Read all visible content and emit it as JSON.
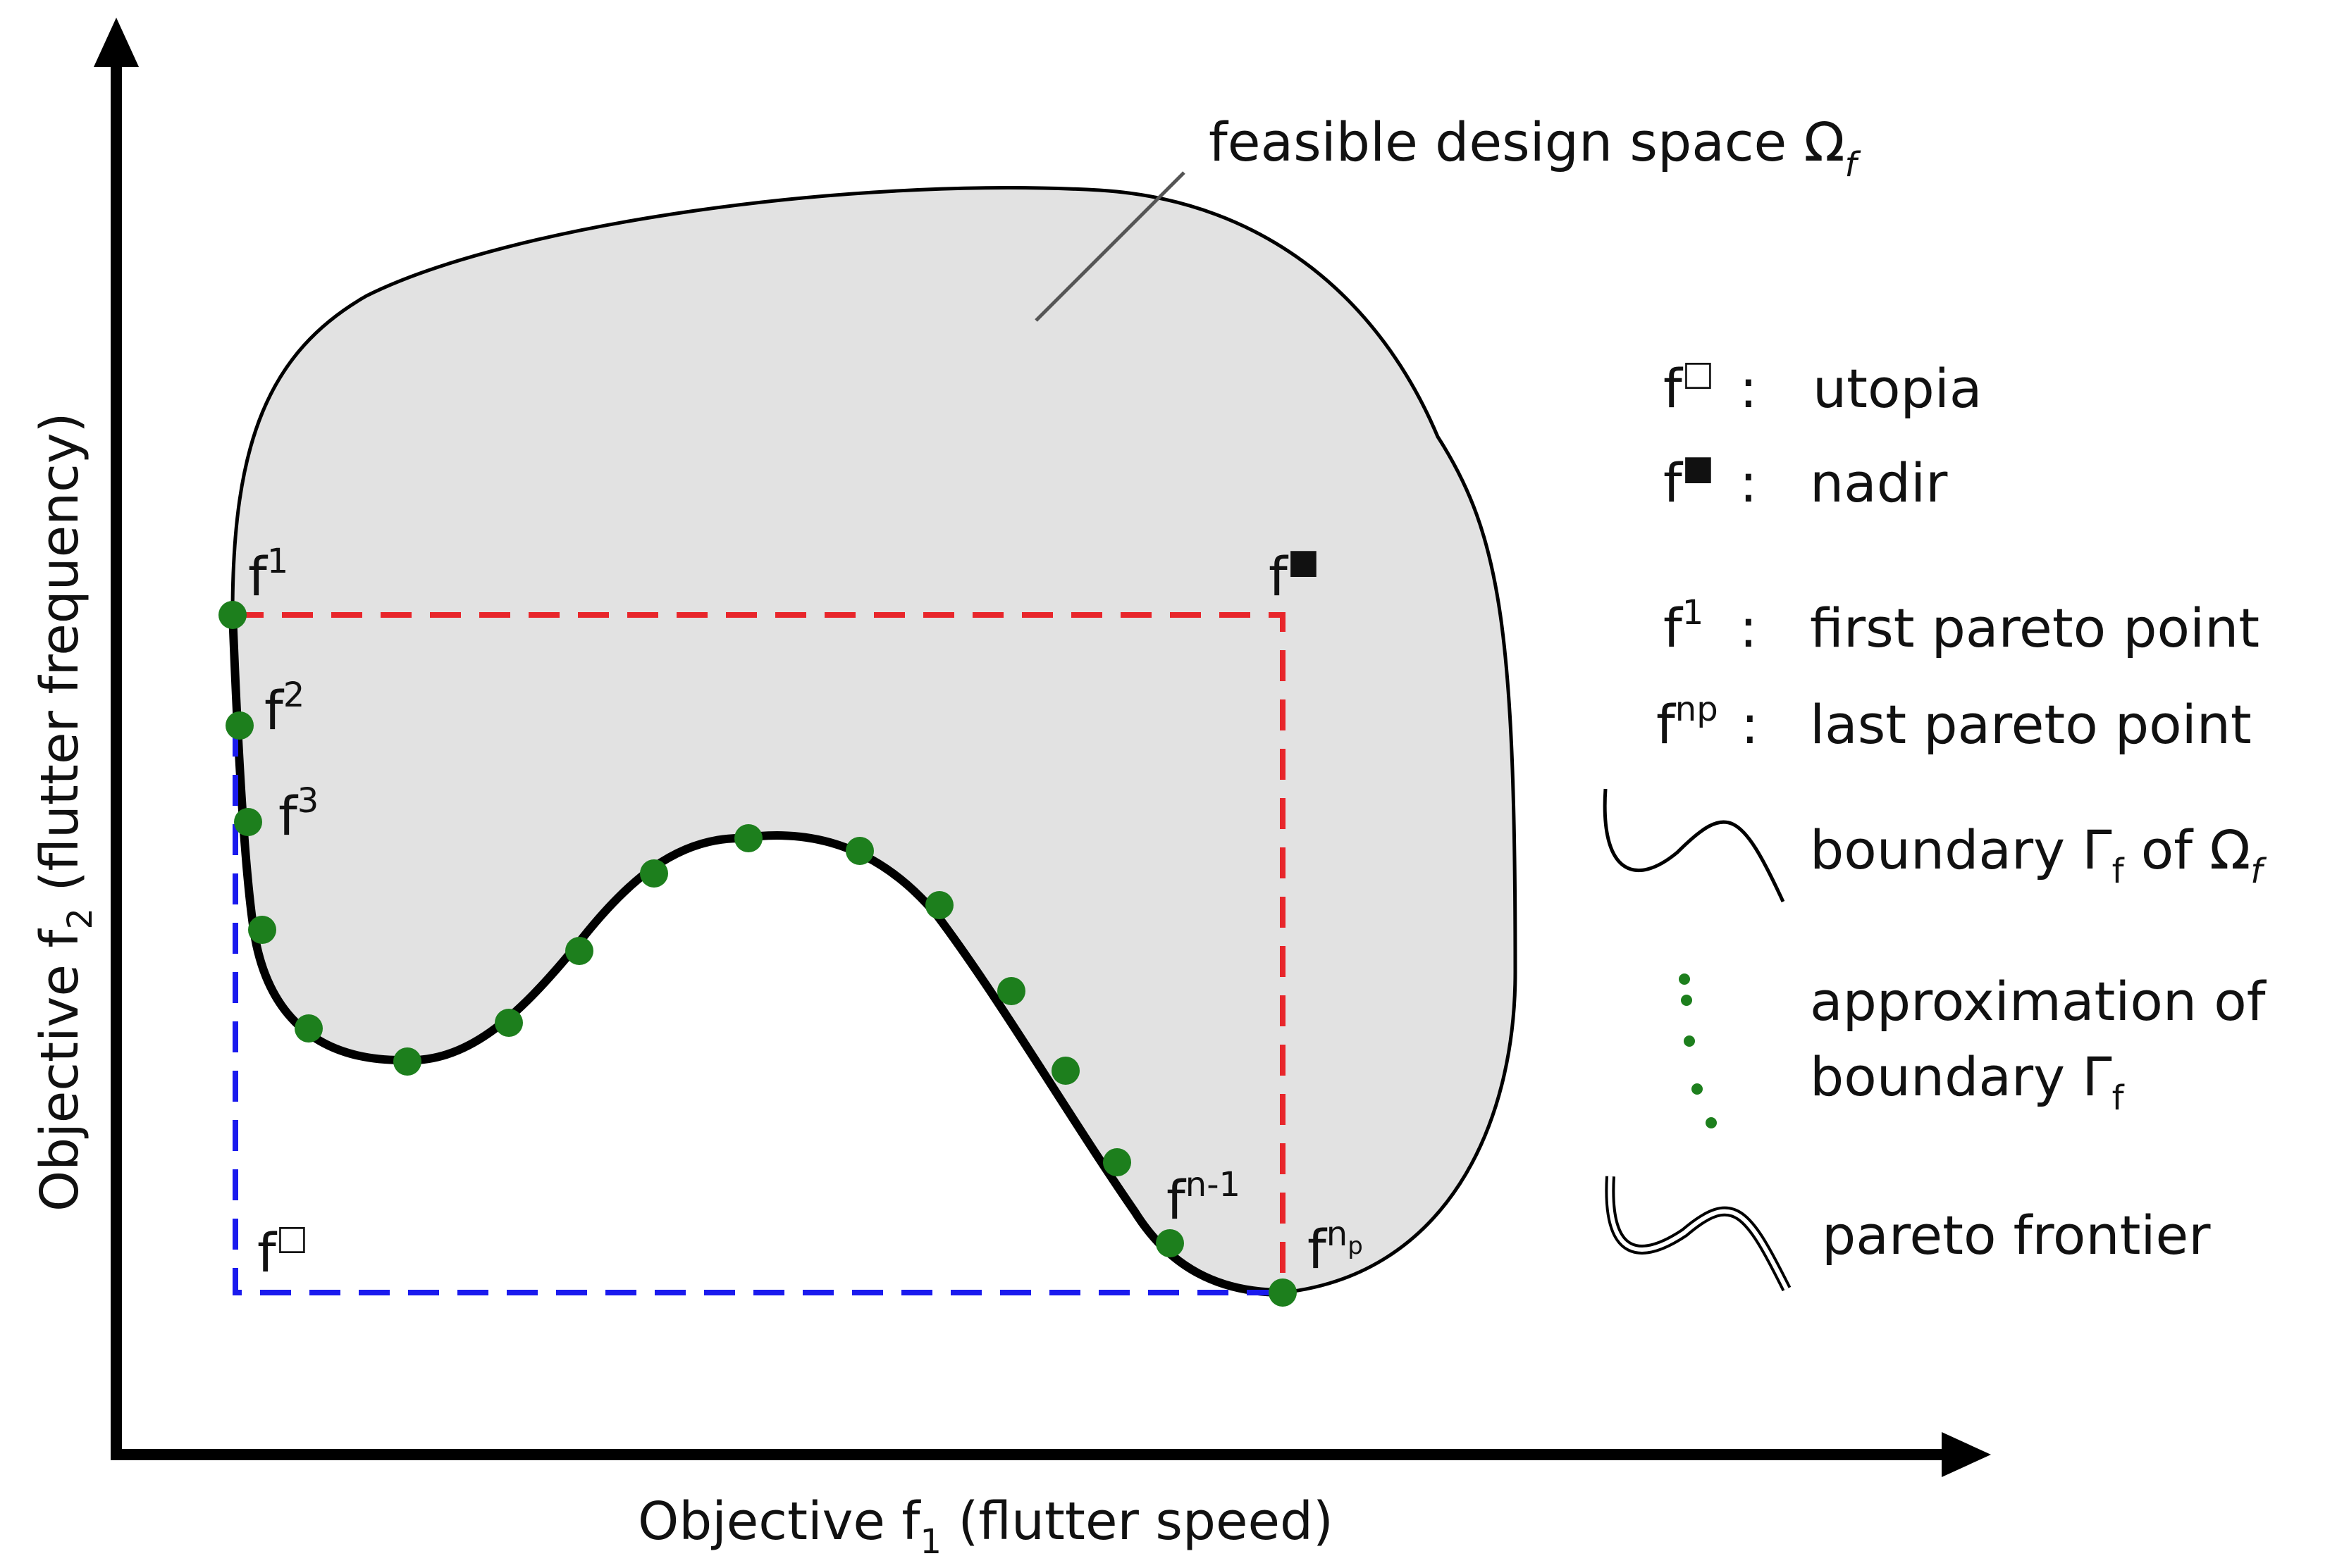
{
  "axes": {
    "x_label": "Objective f",
    "x_label_sub": "1",
    "x_label_rest": " (flutter speed)",
    "y_label": "Objective f",
    "y_label_sub": "2",
    "y_label_rest": " (flutter frequency)"
  },
  "region": {
    "label": "feasible design space Ω",
    "label_sub": "f"
  },
  "points": {
    "f1": {
      "base": "f",
      "sup": "1"
    },
    "f2": {
      "base": "f",
      "sup": "2"
    },
    "f3": {
      "base": "f",
      "sup": "3"
    },
    "fn1": {
      "base": "f",
      "sup": "n-1"
    },
    "fnp": {
      "base": "f",
      "sup": "n",
      "sup_sub": "p"
    },
    "nadir": {
      "base": "f",
      "sup": "■"
    },
    "utopia": {
      "base": "f",
      "sup": "□"
    }
  },
  "legend": {
    "utopia": {
      "symbol_base": "f",
      "symbol_sup": "□",
      "sep": ":",
      "text": "utopia"
    },
    "nadir": {
      "symbol_base": "f",
      "symbol_sup": "■",
      "sep": ":",
      "text": "nadir"
    },
    "first": {
      "symbol_base": "f",
      "symbol_sup": "1",
      "sep": ":",
      "text": "first pareto point"
    },
    "last": {
      "symbol_base": "f",
      "symbol_sup": "np",
      "sep": ":",
      "text": "last pareto point"
    },
    "boundary": {
      "text": "boundary Γ",
      "sub": "f",
      "text2": " of Ω",
      "sub2": "f"
    },
    "approx": {
      "line1": "approximation of",
      "line2": "boundary Γ",
      "line2_sub": "f"
    },
    "pareto": {
      "text": "pareto frontier"
    }
  },
  "colors": {
    "region_fill": "#e2e2e2",
    "nadir_lines": "#e8262b",
    "utopia_lines": "#1a1aee",
    "pareto_points": "#1d7f1d",
    "outline": "#000000"
  }
}
